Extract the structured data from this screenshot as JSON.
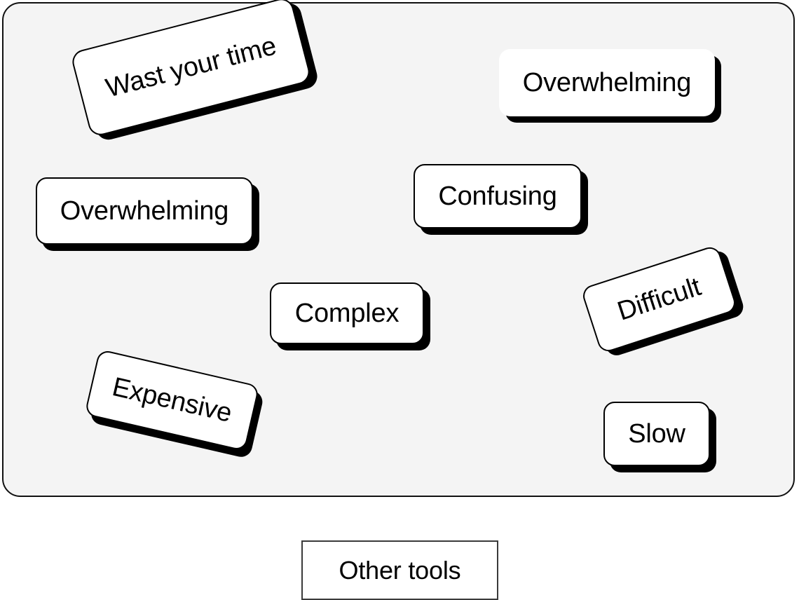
{
  "board": {
    "background_color": "#f4f4f4",
    "border_color": "#111111"
  },
  "cards": [
    {
      "id": "wast-your-time",
      "label": "Wast your time",
      "rotation_deg": -14.5,
      "bordered": true
    },
    {
      "id": "overwhelming-top-right",
      "label": "Overwhelming",
      "rotation_deg": 0,
      "bordered": false
    },
    {
      "id": "overwhelming-left",
      "label": "Overwhelming",
      "rotation_deg": 0,
      "bordered": true
    },
    {
      "id": "confusing",
      "label": "Confusing",
      "rotation_deg": 0,
      "bordered": true
    },
    {
      "id": "complex",
      "label": "Complex",
      "rotation_deg": 0,
      "bordered": true
    },
    {
      "id": "difficult",
      "label": "Difficult",
      "rotation_deg": -18,
      "bordered": true
    },
    {
      "id": "expensive",
      "label": "Expensive",
      "rotation_deg": 13,
      "bordered": true
    },
    {
      "id": "slow",
      "label": "Slow",
      "rotation_deg": 0,
      "bordered": true
    }
  ],
  "legend": {
    "label": "Other tools",
    "border_color": "#3a3a3a",
    "background_color": "#ffffff"
  },
  "colors": {
    "card_fill": "#ffffff",
    "card_shadow": "#000000",
    "text": "#000000",
    "page_background": "#ffffff"
  }
}
